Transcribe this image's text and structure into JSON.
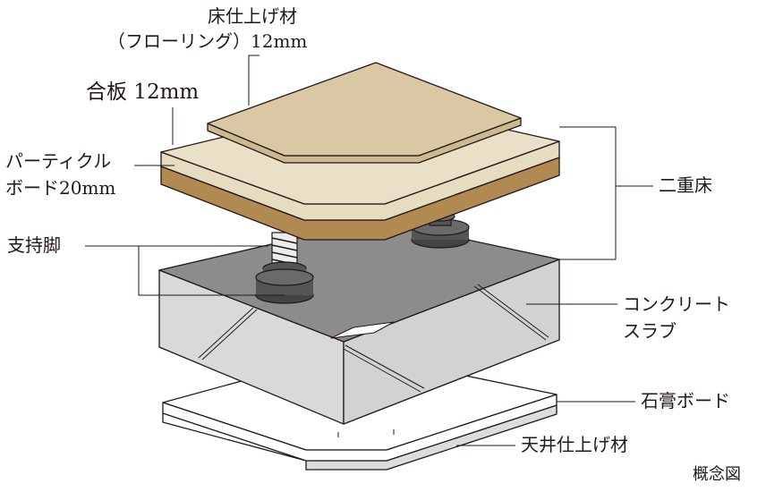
{
  "labels": {
    "floor_finish_1": "床仕上げ材",
    "floor_finish_2": "（フローリング）12mm",
    "plywood": "合板 12mm",
    "particle_1": "パーティクル",
    "particle_2": "ボード20mm",
    "double_floor": "二重床",
    "support_leg": "支持脚",
    "concrete_1": "コンクリート",
    "concrete_2": "スラブ",
    "gypsum": "石膏ボード",
    "ceiling_finish": "天井仕上げ材",
    "caption": "概念図"
  },
  "colors": {
    "flooring": "#d9c8a3",
    "plywood": "#e3d9bd",
    "particle_board": "#b08a50",
    "slab_top": "#8f8f8f",
    "slab_side": "#d6d6d6",
    "leg_dark": "#555555",
    "gypsum": "#ffffff",
    "ceiling": "#dcdcdc",
    "line": "#231815"
  }
}
